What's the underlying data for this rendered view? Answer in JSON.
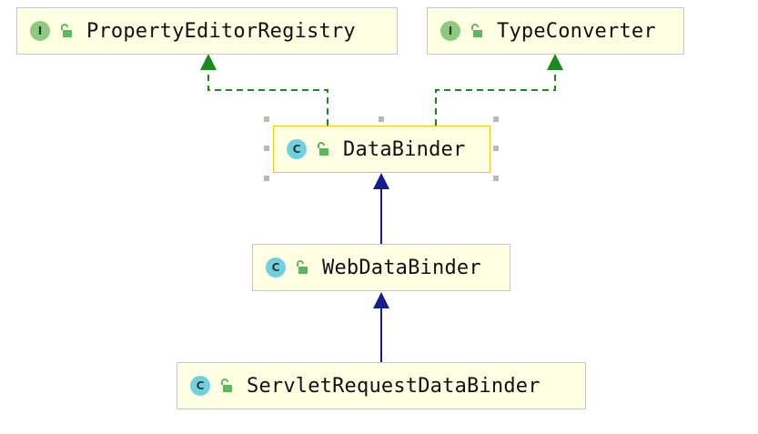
{
  "nodes": {
    "property_editor_registry": {
      "badge": "I",
      "kind": "interface",
      "name": "PropertyEditorRegistry"
    },
    "type_converter": {
      "badge": "I",
      "kind": "interface",
      "name": "TypeConverter"
    },
    "data_binder": {
      "badge": "C",
      "kind": "class",
      "name": "DataBinder",
      "selected": true
    },
    "web_data_binder": {
      "badge": "C",
      "kind": "class",
      "name": "WebDataBinder"
    },
    "servlet_request_data_binder": {
      "badge": "C",
      "kind": "class",
      "name": "ServletRequestDataBinder"
    }
  },
  "edges": [
    {
      "from": "data_binder",
      "to": "property_editor_registry",
      "relation": "implements",
      "style": "dashed"
    },
    {
      "from": "data_binder",
      "to": "type_converter",
      "relation": "implements",
      "style": "dashed"
    },
    {
      "from": "web_data_binder",
      "to": "data_binder",
      "relation": "extends",
      "style": "solid"
    },
    {
      "from": "servlet_request_data_binder",
      "to": "web_data_binder",
      "relation": "extends",
      "style": "solid"
    }
  ],
  "colors": {
    "node_fill": "#ffffe4",
    "node_border": "#c8c8c8",
    "selected_border": "#f0c814",
    "interface_badge": "#8ccb7e",
    "class_badge": "#6fd0e0",
    "implements_edge": "#1a8a1a",
    "extends_edge": "#141e8c",
    "lock_icon": "#5cb85c"
  },
  "icons": {
    "visibility": "open-lock-icon"
  }
}
